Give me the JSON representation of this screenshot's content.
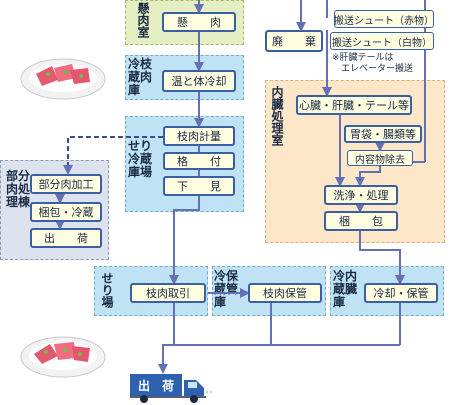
{
  "areas": {
    "suspension_room": "懸肉室",
    "carcass_cold_storage": "冷枝蔵肉庫",
    "seri_cold_storage": "せり冷蔵庫場",
    "subprimal_building": "部分肉処理棟",
    "offal_room": "内臓処理室",
    "seri_area": "せり場",
    "storage_cold": "冷保蔵管庫",
    "offal_cold": "冷内蔵臓庫"
  },
  "boxes": {
    "suspension": "懸　　肉",
    "chilling": "温と体冷却",
    "carcass_weighing": "枝肉計量",
    "grading": "格　　付",
    "viewing": "下　　見",
    "subprimal_processing": "部分肉加工",
    "packing_refrig": "梱包・冷蔵",
    "subprimal_shipping": "出　　荷",
    "waste": "廃　　棄",
    "chute_red": "搬送シュート（赤物）",
    "chute_white": "搬送シュート（白物）",
    "organs": "心臓・肝臓・テール等",
    "stomach_intestine": "胃袋・腸類等",
    "contents_removal": "内容物除去",
    "wash_process": "洗浄・処理",
    "offal_packing": "梱　　包",
    "carcass_auction": "枝肉取引",
    "carcass_storage": "枝肉保管",
    "cool_storage": "冷却・保管"
  },
  "note": "※肝臓テールは\n　エレベーター搬送",
  "shipping": "出　荷",
  "colors": {
    "line": "#6470b3",
    "box_border": "#3a5fa3",
    "truck": "#2e62b0"
  },
  "icons": [
    "meat-plate-icon",
    "truck-icon"
  ]
}
